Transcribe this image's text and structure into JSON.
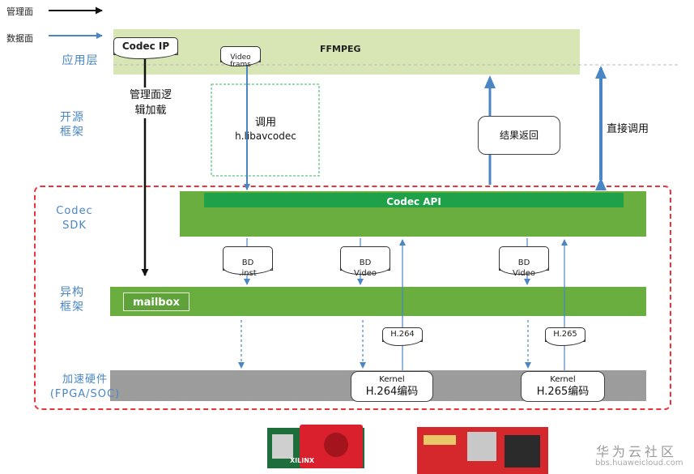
{
  "legend": {
    "management_plane": "管理面",
    "data_plane": "数据面"
  },
  "layers": {
    "app": "应用层",
    "opensource": "开源\n框架",
    "codec_sdk": "Codec\nSDK",
    "hetero": "异构\n框架",
    "hw_accel": "加速硬件\n(FPGA/SOC)"
  },
  "app_bar": {
    "codec_ip": "Codec IP",
    "video_frams": "Video\nframs",
    "ffmpeg": "FFMPEG"
  },
  "mgmt_logic": "管理面逻\n辑加载",
  "call_box": {
    "line1": "调用",
    "line2": "h.libavcodec"
  },
  "result_return": "结果返回",
  "direct_call": "直接调用",
  "codec_api": "Codec API",
  "bd_inst": "BD\n.inst",
  "bd_video_1": "BD\nVideo",
  "bd_video_2": "BD\nVideo",
  "mailbox": "mailbox",
  "h264_tag": "H.264",
  "h265_tag": "H.265",
  "kernel_264": {
    "top": "Kernel",
    "bottom": "H.264编码"
  },
  "kernel_265": {
    "top": "Kernel",
    "bottom": "H.265编码"
  },
  "card_brand": "XILINX",
  "watermark": {
    "title": "华为云社区",
    "url": "bbs.huaweicloud.com"
  },
  "colors": {
    "app_bar": "#d7e6b4",
    "green_bar": "#6aae3f",
    "api_strip": "#1fa14a",
    "hw_bar": "#9c9c9c",
    "arrow_blue": "#4a86c5",
    "dash_red": "#e8343a",
    "label_blue": "#4a86c5"
  }
}
